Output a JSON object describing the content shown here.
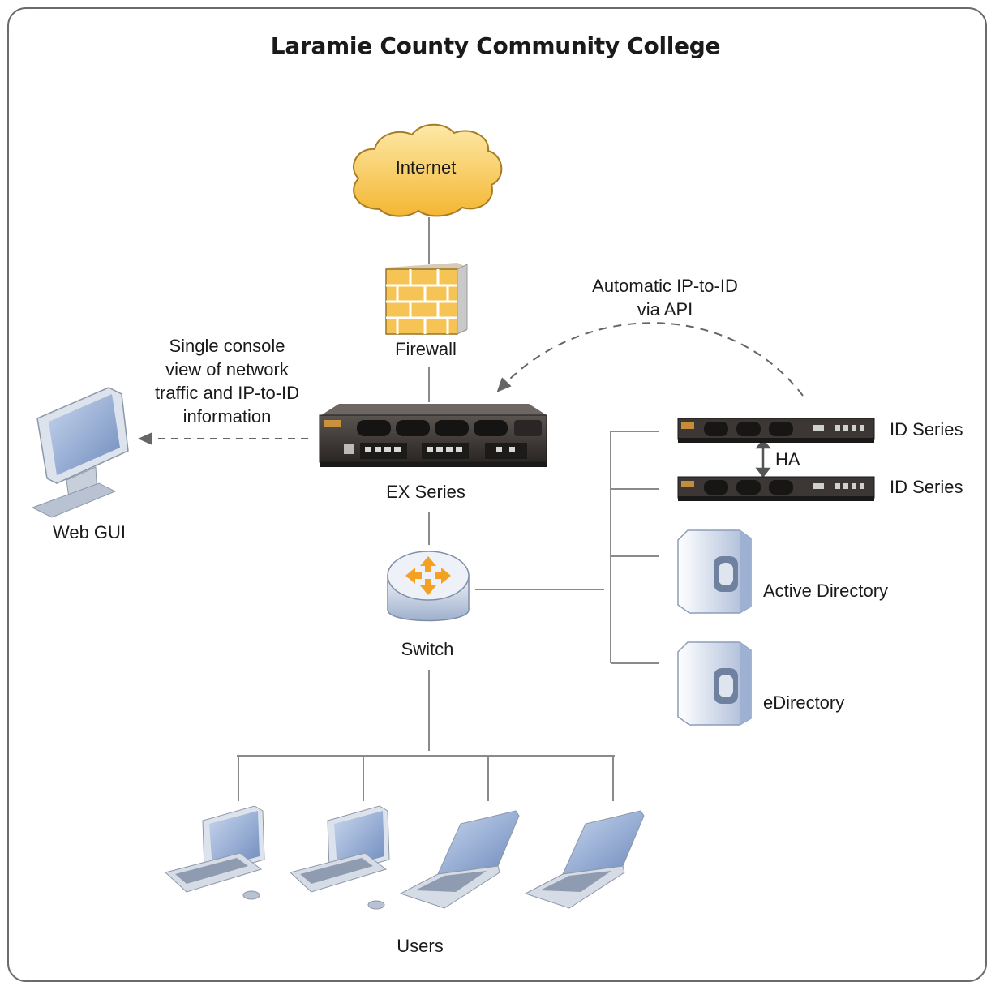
{
  "title": "Laramie County Community College",
  "nodes": {
    "internet": "Internet",
    "firewall": "Firewall",
    "ex_series": "EX Series",
    "switch": "Switch",
    "web_gui": "Web GUI",
    "id_series_1": "ID Series",
    "id_series_2": "ID Series",
    "ha": "HA",
    "active_directory": "Active Directory",
    "edirectory": "eDirectory",
    "users": "Users"
  },
  "annotations": {
    "console": [
      "Single console",
      "view of network",
      "traffic and IP-to-ID",
      "information"
    ],
    "automatic": [
      "Automatic IP-to-ID",
      "via API"
    ]
  },
  "colors": {
    "line": "#8a8a8a",
    "cloud": "#f7c04a",
    "brick": "#f5c24d",
    "device_dark": "#3b3634",
    "screen_blue": "#7e99c6",
    "arrow_orange": "#f3a023"
  }
}
